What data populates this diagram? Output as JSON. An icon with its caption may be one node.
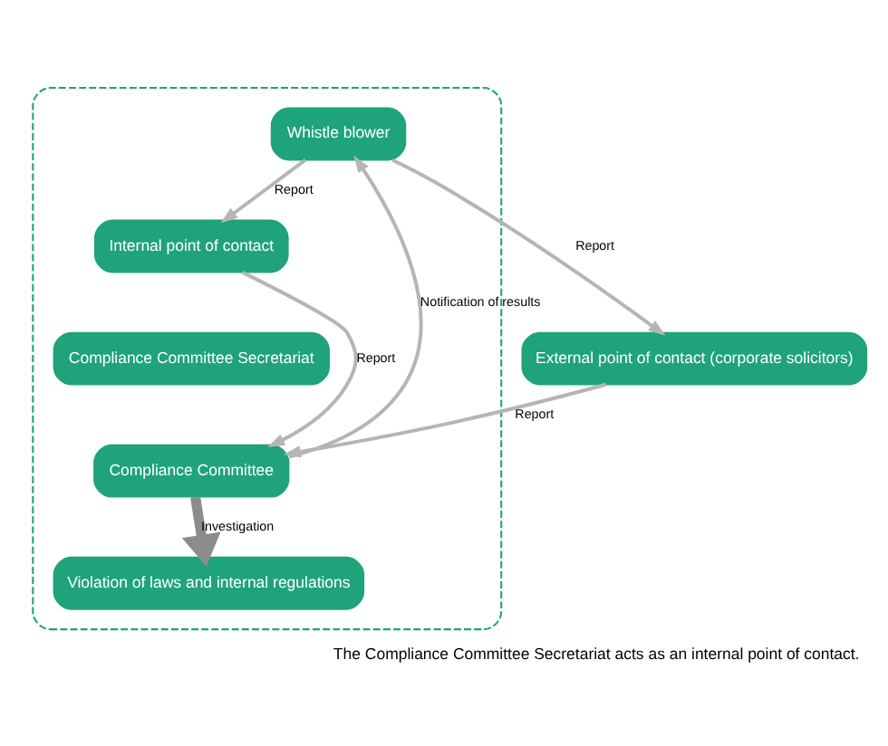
{
  "diagram": {
    "caption": "The Compliance Committee Secretariat acts as an internal point of contact.",
    "nodes": [
      {
        "text": [],
        "shape": "box"
      },
      {
        "text": [
          "Whistle blower"
        ],
        "in": 0
      },
      {
        "text": [
          "External point of contact (corporate solicitors)"
        ]
      },
      {
        "text": [
          "Internal point of contact"
        ],
        "in": 0
      },
      {
        "text": [
          "Compliance Committee Secretariat"
        ],
        "in": 0
      },
      {
        "text": [
          "Compliance Committee"
        ],
        "in": 0
      },
      {
        "text": [
          "Violation of laws and internal regulations"
        ],
        "in": 0
      }
    ],
    "edges": [
      {
        "from": 1,
        "to": 2,
        "arrow": "to",
        "label": "Report"
      },
      {
        "from": 1,
        "to": 3,
        "arrow": "to",
        "label": "Report"
      },
      {
        "from": 3,
        "to": 5,
        "arrow": "to",
        "label": "Report"
      },
      {
        "from": 2,
        "to": 5,
        "arrow": "to",
        "label": "Report"
      },
      {
        "from": 5,
        "to": 1,
        "arrow": "to",
        "label": "Notification of results"
      },
      {
        "from": 5,
        "to": 6,
        "arrow": "to",
        "label": "Investigation",
        "style": "thick",
        "color": "#8c8c8c"
      }
    ]
  }
}
